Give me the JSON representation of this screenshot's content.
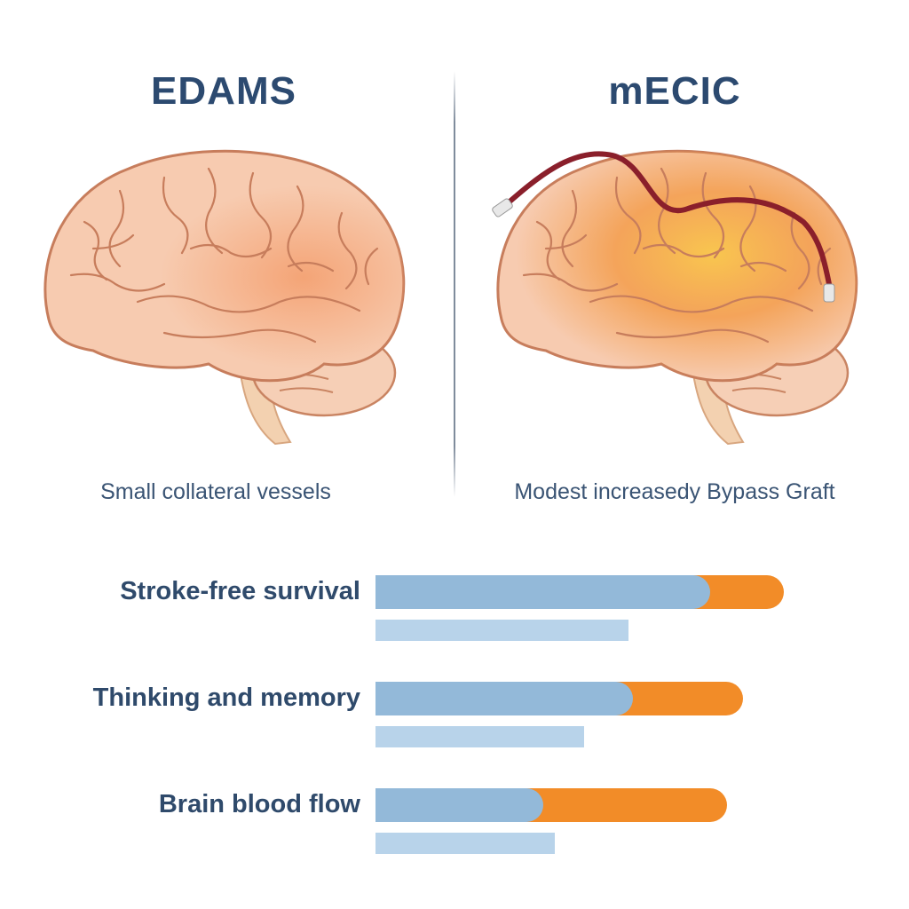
{
  "left": {
    "title": "EDAMS",
    "caption": "Small collateral vessels"
  },
  "right": {
    "title": "mECIC",
    "caption": "Modest increasedy Bypass Graft"
  },
  "colors": {
    "edams": "#93b9d9",
    "mecic": "#f28c28",
    "baseline": "#b8d3ea",
    "text": "#2c4a70"
  },
  "outcomes": [
    {
      "label": "Stroke-free survival",
      "blue": 0.82,
      "orange": 1.0,
      "baseline": 0.62
    },
    {
      "label": "Thinking and memory",
      "blue": 0.63,
      "orange": 0.9,
      "baseline": 0.51
    },
    {
      "label": "Brain blood flow",
      "blue": 0.41,
      "orange": 0.86,
      "baseline": 0.44
    }
  ]
}
